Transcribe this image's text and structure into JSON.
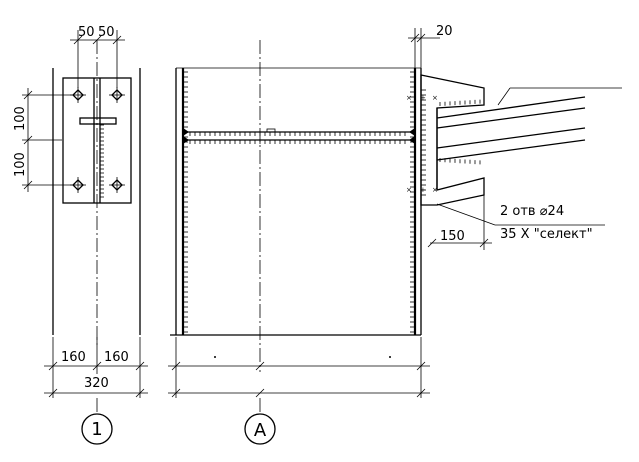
{
  "dims": {
    "top_left_a": "50",
    "top_left_b": "50",
    "top_right": "20",
    "vert_upper": "100",
    "vert_lower": "100",
    "bottom_half_left": "160",
    "bottom_half_right": "160",
    "bottom_total": "320",
    "bracket_width": "150"
  },
  "note": {
    "line1": "2  отв  ⌀24",
    "line2": "35 Х \"селект\""
  },
  "axes": {
    "left": "1",
    "right": "A"
  }
}
